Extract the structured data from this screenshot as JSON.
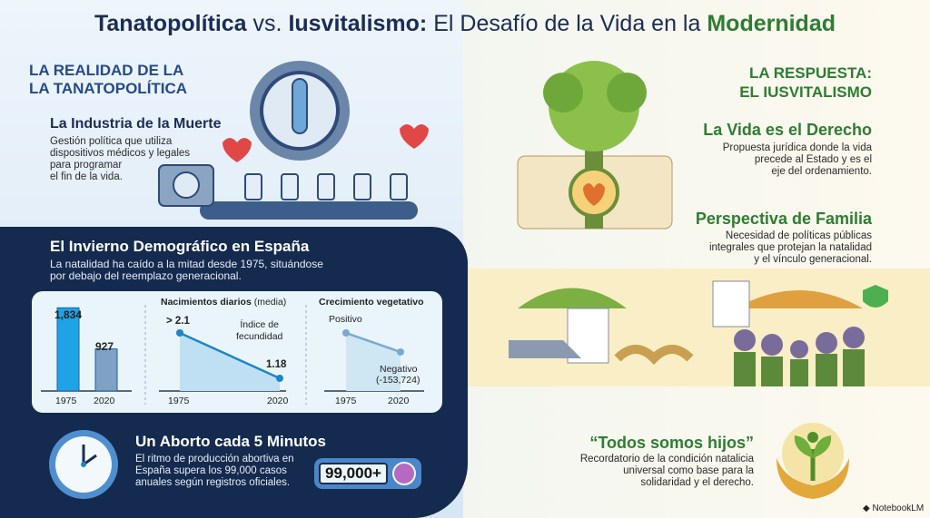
{
  "title": {
    "part1": "Tanatopolítica",
    "part2": " vs. ",
    "part3": "Iusvitalismo:",
    "part4": " El Desafío de la Vida en la ",
    "part5": "Modernidad"
  },
  "left": {
    "section_title_1": "LA REALIDAD DE LA",
    "section_title_2": "LA TANATOPOLÍTICA",
    "industry": {
      "heading": "La Industria de la Muerte",
      "text1": "Gestión política que utiliza",
      "text2": "dispositivos médicos y legales",
      "text3": "para programar",
      "text4": "el fin de la vida."
    },
    "winter": {
      "heading": "El Invierno Demográfico en España",
      "text1": "La natalidad ha caído a la mitad desde 1975, situándose",
      "text2": "por debajo del reemplazo generacional."
    },
    "abortion": {
      "heading": "Un Aborto cada 5 Minutos",
      "text1": "El ritmo de producción abortiva en",
      "text2": "España supera los 99,000 casos",
      "text3": "anuales según registros oficiales.",
      "counter": "99,000+"
    }
  },
  "chart_data": [
    {
      "type": "bar",
      "title": "",
      "categories": [
        "1975",
        "2020"
      ],
      "values": [
        1834,
        927
      ],
      "labels": [
        "1,834",
        "927"
      ]
    },
    {
      "type": "line",
      "title_bold": "Nacimientos diarios",
      "title_rest": " (media)",
      "annotation1": "Índice de",
      "annotation2": "fecundidad",
      "x": [
        "1975",
        "2020"
      ],
      "values": [
        2.1,
        1.18
      ],
      "labels": [
        "> 2.1",
        "1.18"
      ]
    },
    {
      "type": "line",
      "title": "Crecimiento vegetativo",
      "x": [
        "1975",
        "2020"
      ],
      "labels": [
        "Positivo",
        "Negativo",
        "(-153,724)"
      ]
    }
  ],
  "right": {
    "section_title_1": "LA RESPUESTA:",
    "section_title_2": "EL IUSVITALISMO",
    "life": {
      "heading": "La Vida es el Derecho",
      "text1": "Propuesta jurídica donde la vida",
      "text2": "precede al Estado y es el",
      "text3": "eje del ordenamiento."
    },
    "family": {
      "heading": "Perspectiva de Familia",
      "text1": "Necesidad de políticas públicas",
      "text2": "integrales que protejan la natalidad",
      "text3": "y el vínculo generacional."
    },
    "children": {
      "heading": "“Todos somos hijos”",
      "text1": "Recordatorio de la condición natalicia",
      "text2": "universal como base para la",
      "text3": "solidaridad y el derecho."
    }
  },
  "brand": "NotebookLM",
  "colors": {
    "dark": "#142a4e",
    "green": "#2e7d32",
    "blue": "#244a8a"
  }
}
